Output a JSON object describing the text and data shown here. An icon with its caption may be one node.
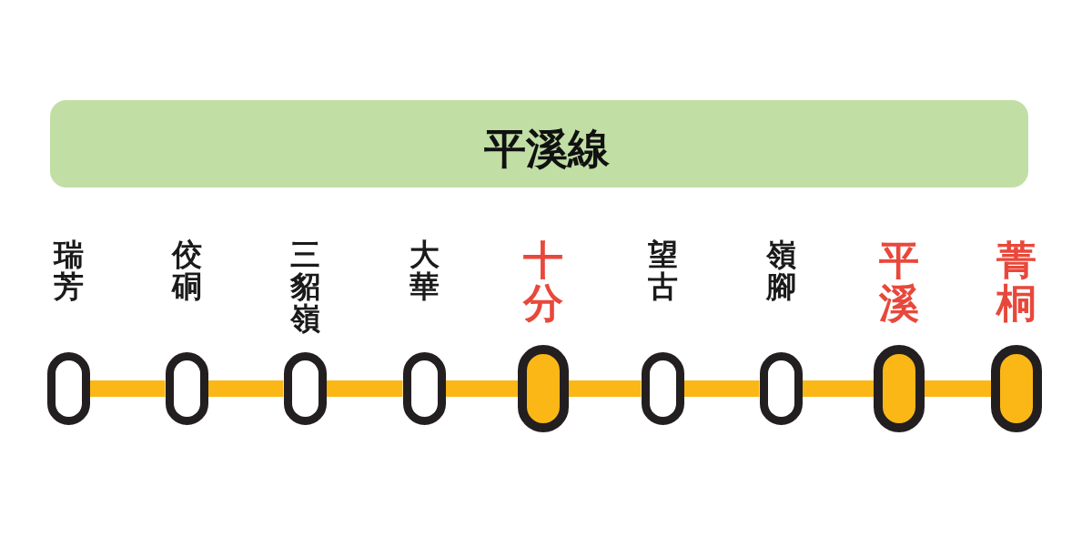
{
  "diagram": {
    "nodes": [
      {
        "text": [
          "平溪線"
        ]
      },
      {
        "text": [
          "瑞芳"
        ]
      },
      {
        "text": [
          "佼硐"
        ]
      },
      {
        "text": [
          "三貂嶺"
        ]
      },
      {
        "text": [
          "大華"
        ]
      },
      {
        "text": [
          "十分"
        ]
      },
      {
        "text": [
          "望古"
        ]
      },
      {
        "text": [
          "嶺腳"
        ]
      },
      {
        "text": [
          "平溪"
        ]
      },
      {
        "text": [
          "菁桐"
        ]
      }
    ],
    "edges": [
      {
        "from": 1,
        "to": 2,
        "arrow": "none"
      },
      {
        "from": 2,
        "to": 3,
        "arrow": "none"
      },
      {
        "from": 3,
        "to": 4,
        "arrow": "none"
      },
      {
        "from": 4,
        "to": 5,
        "arrow": "none"
      },
      {
        "from": 5,
        "to": 6,
        "arrow": "none"
      },
      {
        "from": 6,
        "to": 7,
        "arrow": "none"
      },
      {
        "from": 7,
        "to": 8,
        "arrow": "none"
      },
      {
        "from": 8,
        "to": 9,
        "arrow": "none"
      }
    ]
  }
}
